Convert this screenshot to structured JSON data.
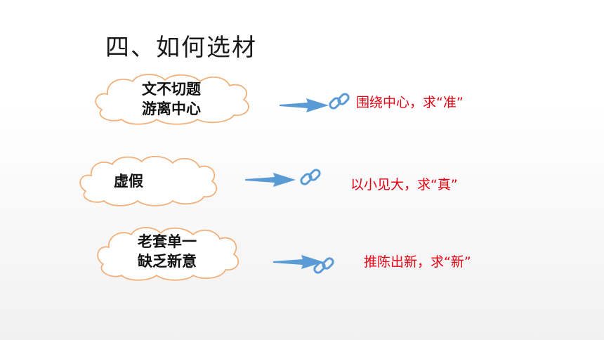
{
  "title": "四、如何选材",
  "rows": [
    {
      "problem_line1": "文不切题",
      "problem_line2": "游离中心",
      "solution": "围绕中心，求“准”"
    },
    {
      "problem_line1": "虚假",
      "problem_line2": "",
      "solution": "以小见大，求“真”"
    },
    {
      "problem_line1": "老套单一",
      "problem_line2": "缺乏新意",
      "solution": "推陈出新，求“新”"
    }
  ],
  "colors": {
    "accent": "#e60012",
    "arrow": "#5b9bd5",
    "cloud_stroke": "#f2b07a"
  },
  "icons": [
    "link-icon",
    "arrow-icon"
  ]
}
